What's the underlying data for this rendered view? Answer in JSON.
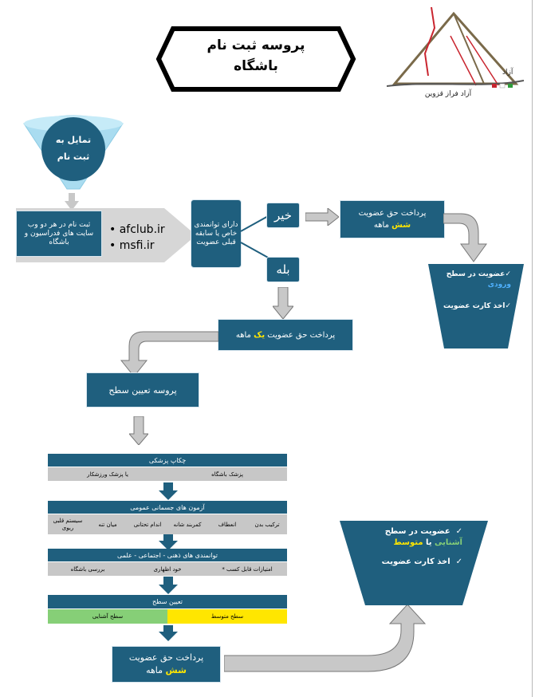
{
  "title": {
    "line1": "پروسه ثبت نام",
    "line2": "باشگاه"
  },
  "logo": {
    "caption": "آزاد فراز قزوین",
    "mark_text": "آزاد"
  },
  "funnel": {
    "line1": "تمایل به",
    "line2": "ثبت نام"
  },
  "register_box": {
    "text": "ثبت نام در هر دو وب سایت های فدراسیون و باشگاه"
  },
  "sites": {
    "items": [
      "afclub.ir",
      "msfi.ir"
    ]
  },
  "experience_box": {
    "text": "دارای توانمندی خاص یا سابقه قبلی عضویت"
  },
  "no_label": "خیر",
  "yes_label": "بله",
  "pay_six_top": {
    "prefix": "پرداخت حق عضویت",
    "highlight": "شش",
    "suffix": "ماهه"
  },
  "pay_one": {
    "prefix": "پرداخت حق عضویت",
    "highlight": "یک",
    "suffix": "ماهه"
  },
  "level_process": {
    "text": "پروسه تعیین سطح"
  },
  "entry_bucket": {
    "item1_prefix": "عضویت در سطح",
    "item1_highlight": "ورودی",
    "item2": "اخذ کارت عضویت"
  },
  "table": {
    "checkup": {
      "header": "چکاپ پزشکی",
      "cells": [
        "پزشک باشگاه",
        "یا پزشک ورزشکار"
      ]
    },
    "physical": {
      "header": "آزمون های جسمانی عمومی",
      "cells": [
        "ترکیب بدن",
        "انعطاف",
        "کمربند شانه",
        "اندام تحتانی",
        "میان تنه",
        "سیستم قلبی ریوی"
      ]
    },
    "mental": {
      "header": "توانمندی های ذهنی - اجتماعی - علمی",
      "cells": [
        "امتیازات قابل کسب *",
        "خود اظهاری",
        "بررسی باشگاه"
      ]
    },
    "level": {
      "header": "تعیین سطح",
      "cells": [
        "سطح متوسط",
        "سطح آشنایی"
      ]
    }
  },
  "pay_six_bottom": {
    "prefix": "پرداخت حق عضویت",
    "highlight": "شش",
    "suffix": "ماهه"
  },
  "final_bucket": {
    "item1_prefix": "عضویت در سطح",
    "item1_h1": "آشنایی",
    "item1_mid": "یا",
    "item1_h2": "متوسط",
    "item2": "اخذ کارت عضویت"
  },
  "colors": {
    "box": "#1f5f7e",
    "gray_arrow": "#c8c8c8",
    "yellow": "#ffe600",
    "green": "#86cf77",
    "gray_row": "#c7c7c7"
  }
}
